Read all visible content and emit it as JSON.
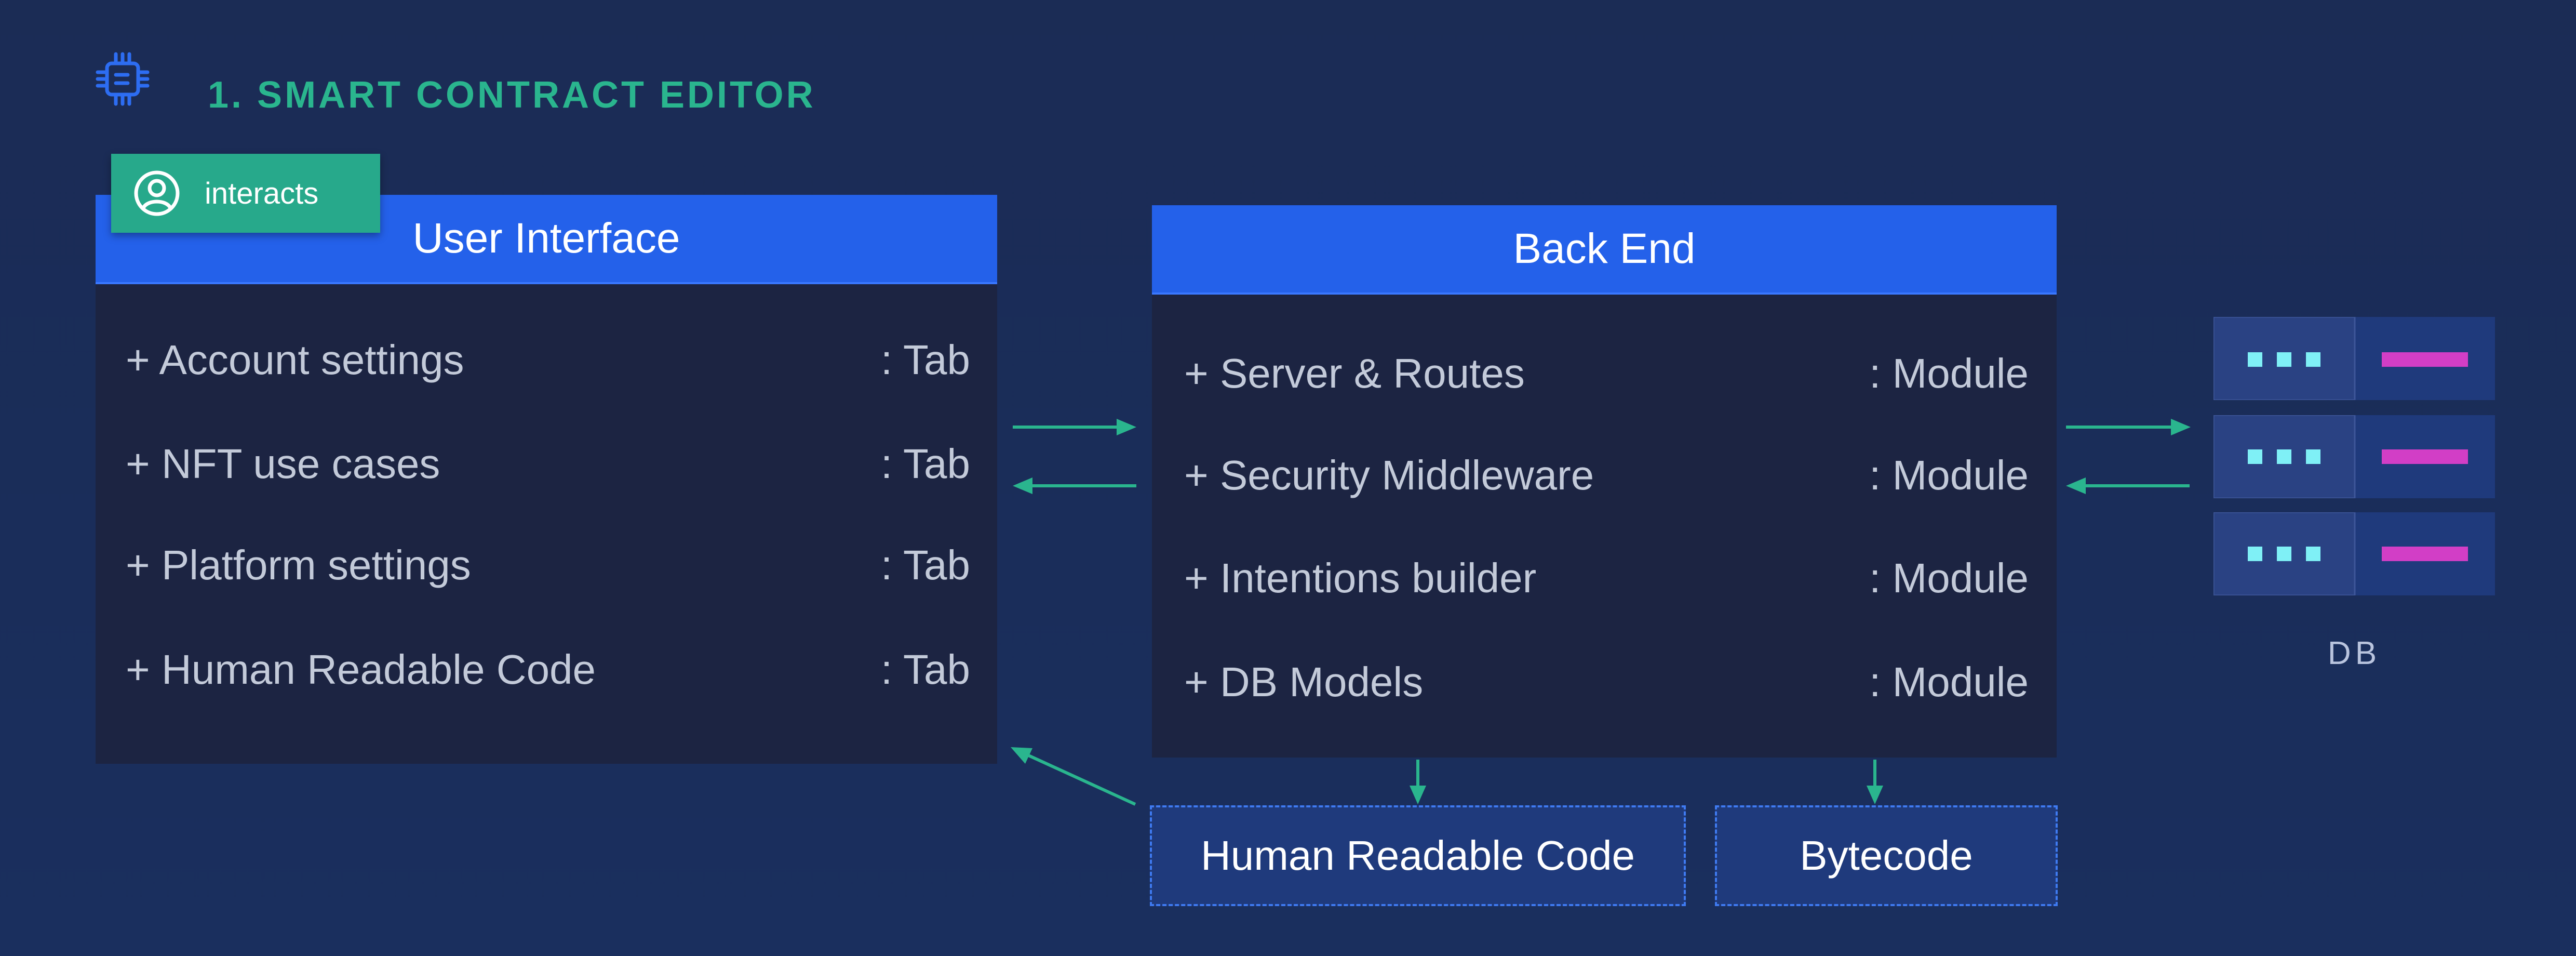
{
  "heading": "1. SMART CONTRACT EDITOR",
  "tag": {
    "label": "interacts",
    "icon": "user-circle-icon"
  },
  "user_interface": {
    "title": "User Interface",
    "rows": [
      {
        "name": "+ Account settings",
        "type": ": Tab"
      },
      {
        "name": "+ NFT use cases",
        "type": ": Tab"
      },
      {
        "name": "+ Platform settings",
        "type": ": Tab"
      },
      {
        "name": "+ Human Readable Code",
        "type": ": Tab"
      }
    ]
  },
  "back_end": {
    "title": "Back End",
    "rows": [
      {
        "name": "+ Server & Routes",
        "type": ": Module"
      },
      {
        "name": "+ Security Middleware",
        "type": ": Module"
      },
      {
        "name": "+ Intentions builder",
        "type": ": Module"
      },
      {
        "name": "+ DB Models",
        "type": ": Module"
      }
    ]
  },
  "outputs": {
    "human_readable_code": "Human Readable Code",
    "bytecode": "Bytecode"
  },
  "db": {
    "label": "DB",
    "server_count": 3
  },
  "colors": {
    "background": "#1b2c55",
    "header_blue": "#2461ea",
    "box_body": "#1c2442",
    "accent_green": "#2ab58e",
    "tag_green": "#27a98b",
    "arrow": "#2ab58e",
    "output_fill": "#1f3a7c",
    "led_cyan": "#7ff0f6",
    "bar_magenta": "#d23ec6"
  }
}
